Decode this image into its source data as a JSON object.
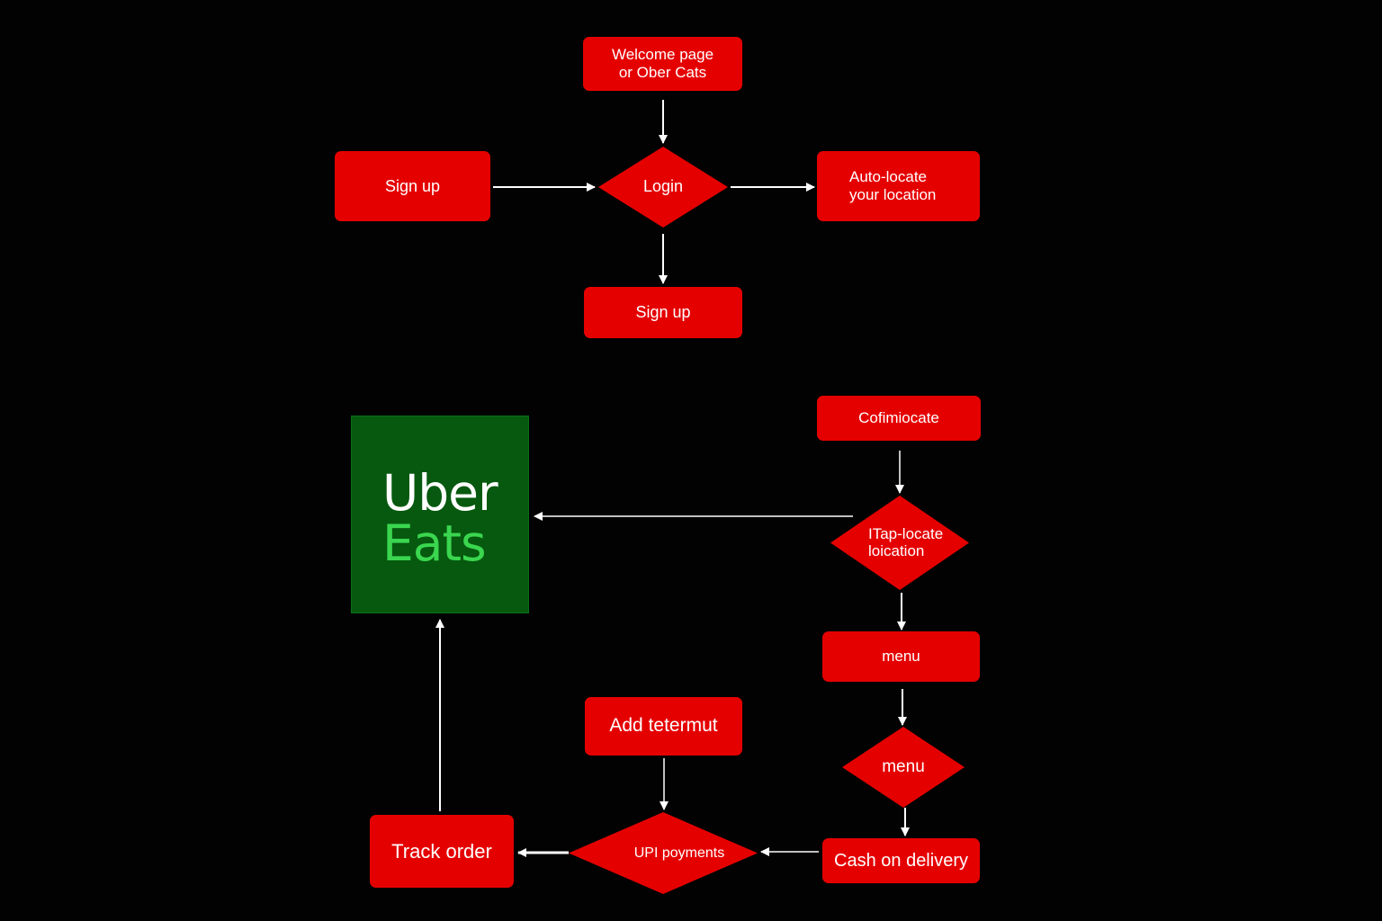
{
  "diagram": {
    "colors": {
      "background": "#020202",
      "node": "#e50000",
      "text": "#ffffff",
      "arrow": "#ffffff",
      "logo_background": "#06590f",
      "logo_accent": "#3ad64f"
    },
    "nodes": {
      "welcome": "Welcome page\nor Ober Cats",
      "signup_left": "Sign up",
      "login": "Login",
      "autolocate": "Auto-locate\nyour location",
      "signup_below": "Sign up",
      "confirm": "Cofimiocate",
      "taplocate": "ITap-locate\nloication",
      "menu_box": "menu",
      "menu_diamond": "menu",
      "add": "Add tetermut",
      "upi": "UPI poyments",
      "track": "Track order",
      "cash": "Cash on delivery"
    },
    "logo": {
      "line1": "Uber",
      "line2": "Eats"
    },
    "edges": [
      {
        "from": "welcome",
        "to": "login"
      },
      {
        "from": "signup_left",
        "to": "login"
      },
      {
        "from": "login",
        "to": "autolocate"
      },
      {
        "from": "login",
        "to": "signup_below"
      },
      {
        "from": "confirm",
        "to": "taplocate"
      },
      {
        "from": "taplocate",
        "to": "logo"
      },
      {
        "from": "taplocate",
        "to": "menu_box"
      },
      {
        "from": "menu_box",
        "to": "menu_diamond"
      },
      {
        "from": "menu_diamond",
        "to": "cash"
      },
      {
        "from": "cash",
        "to": "upi"
      },
      {
        "from": "add",
        "to": "upi"
      },
      {
        "from": "upi",
        "to": "track"
      },
      {
        "from": "track",
        "to": "logo"
      }
    ]
  }
}
